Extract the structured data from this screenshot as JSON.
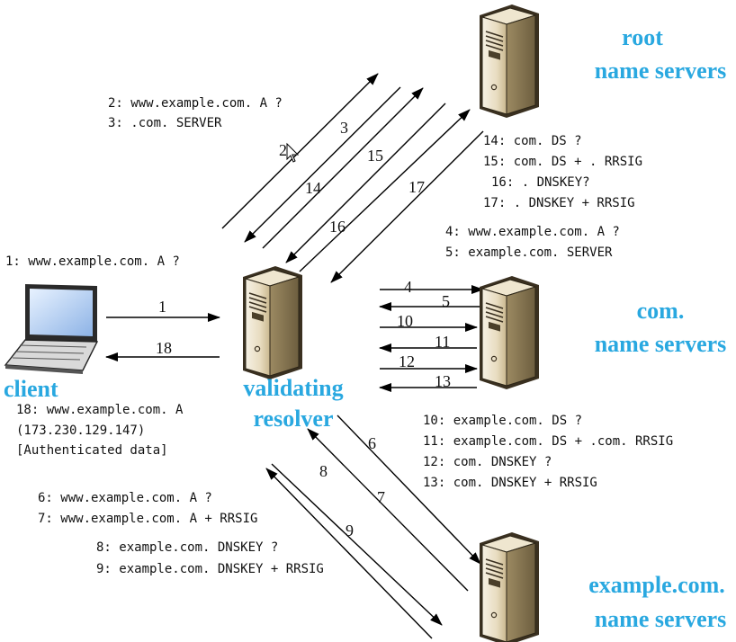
{
  "colors": {
    "accent": "#29a8e0"
  },
  "servers": {
    "root": {
      "line1": "root",
      "line2": "name servers"
    },
    "com": {
      "line1": "com.",
      "line2": "name servers"
    },
    "example": {
      "line1": "example.com.",
      "line2": "name servers"
    }
  },
  "client": {
    "label": "client"
  },
  "resolver": {
    "line1": "validating",
    "line2": "resolver"
  },
  "messages": {
    "root_query": [
      "2: www.example.com. A ?",
      "3: .com. SERVER"
    ],
    "root_dnssec": [
      "14: com. DS ?",
      "15: com. DS + . RRSIG",
      "16: . DNSKEY?",
      "17: . DNSKEY + RRSIG"
    ],
    "com_query": [
      "4: www.example.com. A ?",
      "5: example.com. SERVER"
    ],
    "client_query": [
      "1: www.example.com. A ?"
    ],
    "client_answer": [
      "18: www.example.com. A",
      "(173.230.129.147)",
      "[Authenticated data]"
    ],
    "com_dnssec": [
      "10: example.com. DS ?",
      "11: example.com. DS + .com. RRSIG",
      "12: com. DNSKEY ?",
      "13: com. DNSKEY + RRSIG"
    ],
    "example_query": [
      "6: www.example.com. A ?",
      "7: www.example.com. A + RRSIG"
    ],
    "example_dnssec": [
      "8: example.com. DNSKEY ?",
      "9: example.com. DNSKEY + RRSIG"
    ]
  },
  "arrow_labels": [
    "1",
    "2",
    "3",
    "4",
    "5",
    "6",
    "7",
    "8",
    "9",
    "10",
    "11",
    "12",
    "13",
    "14",
    "15",
    "16",
    "17",
    "18"
  ]
}
